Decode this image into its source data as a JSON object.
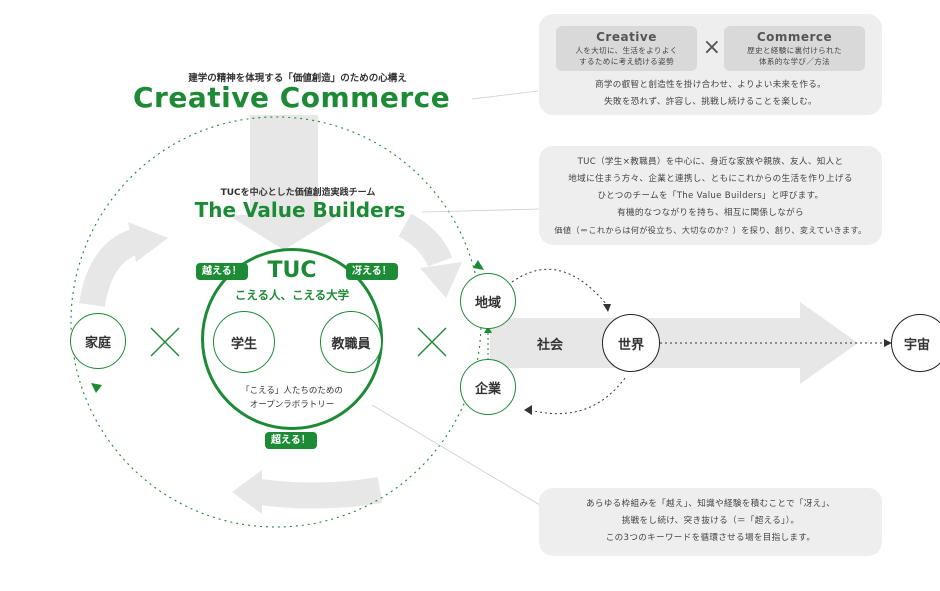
{
  "header": {
    "subtitle": "建学の精神を体現する「価値創造」のための心構え",
    "title": "Creative Commerce"
  },
  "creative_commerce_panel": {
    "creative": {
      "heading": "Creative",
      "lines": [
        "人を大切に、生活をよりよく",
        "するために考え続ける姿勢"
      ]
    },
    "commerce": {
      "heading": "Commerce",
      "lines": [
        "歴史と経験に裏付けられた",
        "体系的な学び／方法"
      ]
    },
    "times_symbol": "×",
    "lines": [
      "商学の叡智と創造性を掛け合わせ、よりよい未来を作る。",
      "失敗を恐れず、許容し、挑戦し続けることを楽しむ。"
    ]
  },
  "team": {
    "subtitle": "TUCを中心とした価値創造実践チーム",
    "title": "The Value Builders"
  },
  "team_panel": {
    "lines": [
      "TUC（学生×教職員）を中心に、身近な家族や親族、友人、知人と",
      "地域に住まう方々、企業と連携し、ともにこれからの生活を作り上げる",
      "ひとつのチームを「The Value Builders」と呼びます。",
      "有機的なつながりを持ち、相互に関係しながら",
      "価値（＝これからは何が役立ち、大切なのか？）を探り、創り、変えていきます。"
    ]
  },
  "keyword_panel": {
    "lines": [
      "あらゆる枠組みを「越え」、知識や経験を積むことで「冴え」、",
      "挑戦をし続け、突き抜ける（＝「超える」）。",
      "この3つのキーワードを循環させる場を目指します。"
    ]
  },
  "core": {
    "name": "TUC",
    "tagline": "こえる人、こえる大学",
    "tag_left": "越える！",
    "tag_right": "冴える！",
    "tag_bottom": "超える！",
    "student": "学生",
    "faculty": "教職員",
    "caption_lines": [
      "「こえる」人たちのための",
      "オープンラボラトリー"
    ]
  },
  "nodes": {
    "family": "家庭",
    "region": "地域",
    "company": "企業",
    "society": "社会",
    "world": "世界",
    "universe": "宇宙"
  },
  "colors": {
    "accent": "#1d8a35",
    "panel_bg": "#eeeeee",
    "subbox_bg": "#d9d9d9",
    "arrow_gray": "#e7e7e7"
  }
}
